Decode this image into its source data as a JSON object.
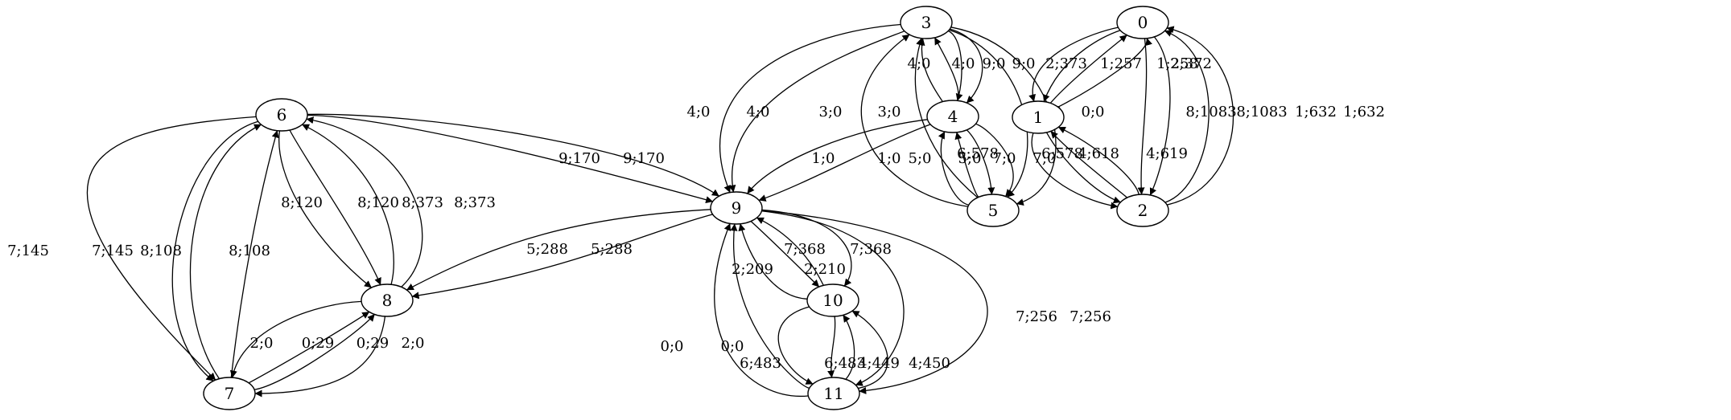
{
  "graph": {
    "nodes": [
      {
        "id": "0",
        "label": "0"
      },
      {
        "id": "1",
        "label": "1"
      },
      {
        "id": "2",
        "label": "2"
      },
      {
        "id": "3",
        "label": "3"
      },
      {
        "id": "4",
        "label": "4"
      },
      {
        "id": "5",
        "label": "5"
      },
      {
        "id": "6",
        "label": "6"
      },
      {
        "id": "7",
        "label": "7"
      },
      {
        "id": "8",
        "label": "8"
      },
      {
        "id": "9",
        "label": "9"
      },
      {
        "id": "10",
        "label": "10"
      },
      {
        "id": "11",
        "label": "11"
      }
    ],
    "edges": [
      {
        "from": "0",
        "to": "1",
        "label": "2;372"
      },
      {
        "from": "0",
        "to": "1",
        "label": "2;373"
      },
      {
        "from": "1",
        "to": "0",
        "label": "1;257"
      },
      {
        "from": "1",
        "to": "0",
        "label": "1;258"
      },
      {
        "from": "0",
        "to": "2",
        "label": "8;1083"
      },
      {
        "from": "0",
        "to": "2",
        "label": "8;1083"
      },
      {
        "from": "2",
        "to": "0",
        "label": "1;632"
      },
      {
        "from": "2",
        "to": "0",
        "label": "1;632"
      },
      {
        "from": "1",
        "to": "2",
        "label": "6;578"
      },
      {
        "from": "1",
        "to": "2",
        "label": "6;578"
      },
      {
        "from": "2",
        "to": "1",
        "label": "4;618"
      },
      {
        "from": "2",
        "to": "1",
        "label": "4;619"
      },
      {
        "from": "3",
        "to": "9",
        "label": "4;0"
      },
      {
        "from": "3",
        "to": "9",
        "label": "4;0"
      },
      {
        "from": "5",
        "to": "3",
        "label": "3;0"
      },
      {
        "from": "5",
        "to": "3",
        "label": "3;0"
      },
      {
        "from": "4",
        "to": "3",
        "label": "4;0"
      },
      {
        "from": "4",
        "to": "3",
        "label": "4;0"
      },
      {
        "from": "3",
        "to": "4",
        "label": "9;0"
      },
      {
        "from": "3",
        "to": "4",
        "label": "9;0"
      },
      {
        "from": "3",
        "to": "5",
        "label": "0;0"
      },
      {
        "from": "3",
        "to": "5",
        "label": "0;0"
      },
      {
        "from": "4",
        "to": "9",
        "label": "1;0"
      },
      {
        "from": "4",
        "to": "9",
        "label": "1;0"
      },
      {
        "from": "5",
        "to": "4",
        "label": "5;0"
      },
      {
        "from": "5",
        "to": "4",
        "label": "5;0"
      },
      {
        "from": "4",
        "to": "5",
        "label": "7;0"
      },
      {
        "from": "4",
        "to": "5",
        "label": "7;0"
      },
      {
        "from": "6",
        "to": "9",
        "label": "9;170"
      },
      {
        "from": "6",
        "to": "9",
        "label": "9;170"
      },
      {
        "from": "6",
        "to": "7",
        "label": "7;145"
      },
      {
        "from": "6",
        "to": "7",
        "label": "7;145"
      },
      {
        "from": "7",
        "to": "6",
        "label": "8;108"
      },
      {
        "from": "7",
        "to": "6",
        "label": "8;108"
      },
      {
        "from": "6",
        "to": "8",
        "label": "8;120"
      },
      {
        "from": "6",
        "to": "8",
        "label": "8;120"
      },
      {
        "from": "8",
        "to": "6",
        "label": "8;373"
      },
      {
        "from": "8",
        "to": "6",
        "label": "8;373"
      },
      {
        "from": "9",
        "to": "8",
        "label": "5;288"
      },
      {
        "from": "9",
        "to": "8",
        "label": "5;288"
      },
      {
        "from": "8",
        "to": "7",
        "label": "2;0"
      },
      {
        "from": "8",
        "to": "7",
        "label": "2;0"
      },
      {
        "from": "7",
        "to": "8",
        "label": "0;29"
      },
      {
        "from": "7",
        "to": "8",
        "label": "0;29"
      },
      {
        "from": "9",
        "to": "10",
        "label": "7;368"
      },
      {
        "from": "9",
        "to": "10",
        "label": "7;368"
      },
      {
        "from": "10",
        "to": "9",
        "label": "2;209"
      },
      {
        "from": "10",
        "to": "9",
        "label": "2;210"
      },
      {
        "from": "9",
        "to": "11",
        "label": "7;256"
      },
      {
        "from": "9",
        "to": "11",
        "label": "7;256"
      },
      {
        "from": "11",
        "to": "9",
        "label": "0;0"
      },
      {
        "from": "11",
        "to": "9",
        "label": "0;0"
      },
      {
        "from": "10",
        "to": "11",
        "label": "6;483"
      },
      {
        "from": "10",
        "to": "11",
        "label": "6;483"
      },
      {
        "from": "11",
        "to": "10",
        "label": "4;449"
      },
      {
        "from": "11",
        "to": "10",
        "label": "4;450"
      }
    ]
  }
}
